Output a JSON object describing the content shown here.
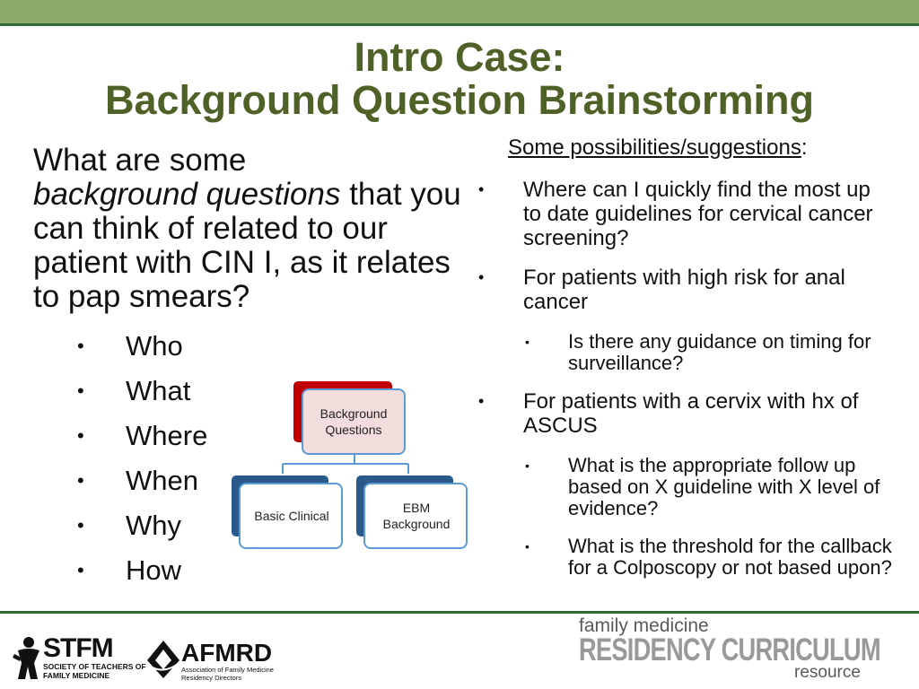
{
  "title": {
    "line1": "Intro Case:",
    "line2": "Background Question Brainstorming"
  },
  "left": {
    "q_part1": "What are some",
    "q_italic": "background questions",
    "q_part2": "that you can think of related to our patient with CIN I, as it relates to pap smears?",
    "bullet_char": "•",
    "items": [
      "Who",
      "What",
      "Where",
      "When",
      "Why",
      "How"
    ]
  },
  "right": {
    "heading": "Some possibilities/suggestions",
    "heading_colon": ":",
    "bullets": [
      "Where can I quickly find the most up to date guidelines for cervical cancer screening?",
      "For patients with high risk for anal cancer",
      "For patients with a cervix with hx of ASCUS"
    ],
    "subbullets": [
      "Is there any guidance on timing for surveillance?",
      "What is the appropriate follow up based on X guideline with X level of evidence?",
      "What is the threshold for the callback for a Colposcopy or not based upon?"
    ]
  },
  "diagram": {
    "root": "Background Questions",
    "child1": "Basic Clinical",
    "child2": "EBM Background",
    "colors": {
      "accent": "#c00000",
      "border": "#5b9bd5",
      "fill": "#dbe7f4",
      "shadow": "#2a5a8c"
    }
  },
  "footer": {
    "stfm": "STFM",
    "stfm_sub1": "SOCIETY OF TEACHERS OF",
    "stfm_sub2": "FAMILY MEDICINE",
    "afmrd": "AFMRD",
    "afmrd_sub1": "Association of Family Medicine",
    "afmrd_sub2": "Residency Directors",
    "fm_line1": "family medicine",
    "fm_line2": "RESIDENCY CURRICULUM",
    "fm_line3": "resource"
  }
}
